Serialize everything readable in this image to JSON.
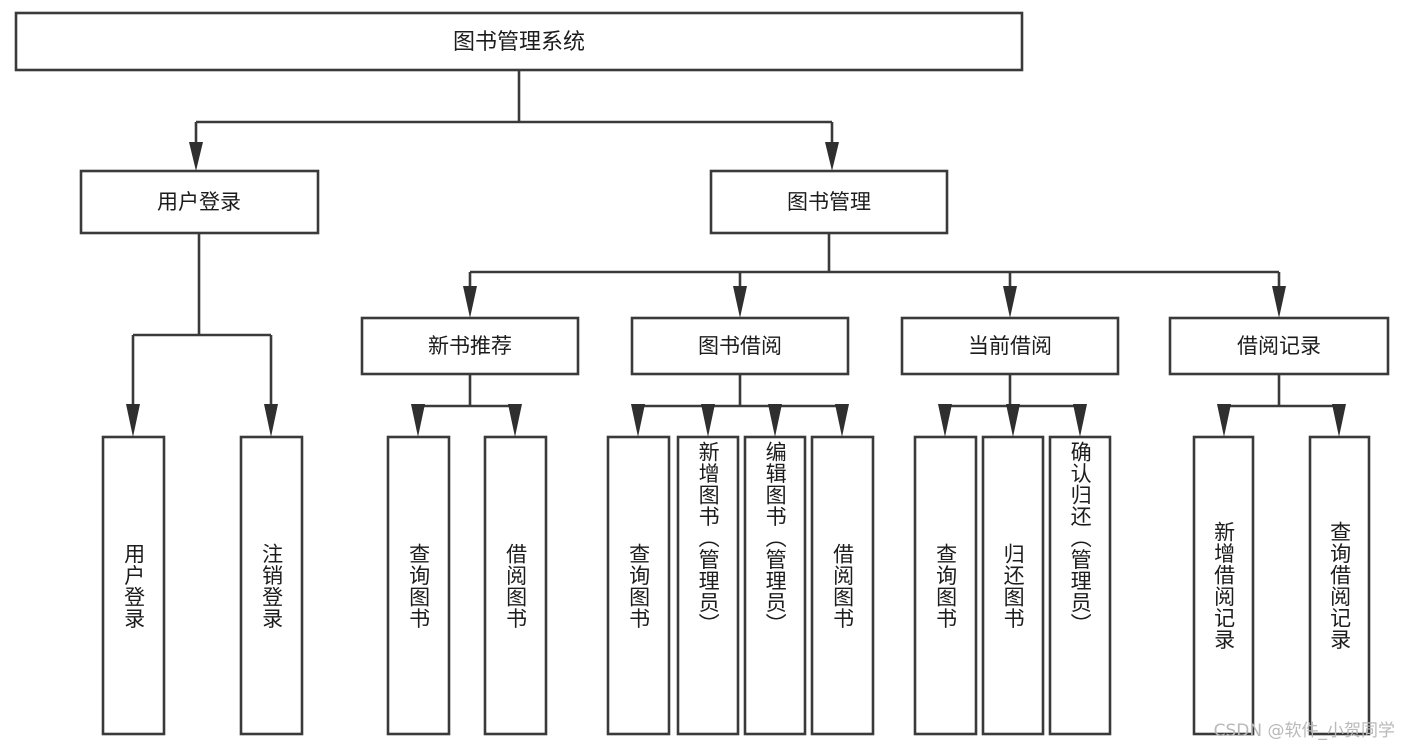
{
  "diagram": {
    "title": "图书管理系统",
    "type": "hierarchy-tree",
    "orientation": "top-down",
    "colors": {
      "background": "#ffffff",
      "box_fill": "#ffffff",
      "box_stroke": "#3a3a3a",
      "text": "#1c1c1c",
      "watermark": "#b9b9b9"
    },
    "root": {
      "id": "root",
      "label": "图书管理系统",
      "orientation": "horizontal"
    },
    "level1": [
      {
        "id": "user-login",
        "label": "用户登录",
        "orientation": "horizontal"
      },
      {
        "id": "book-manage",
        "label": "图书管理",
        "orientation": "horizontal"
      }
    ],
    "level2": [
      {
        "id": "new-book-recommend",
        "label": "新书推荐",
        "parent": "book-manage",
        "orientation": "horizontal"
      },
      {
        "id": "book-borrow",
        "label": "图书借阅",
        "parent": "book-manage",
        "orientation": "horizontal"
      },
      {
        "id": "current-borrow",
        "label": "当前借阅",
        "parent": "book-manage",
        "orientation": "horizontal"
      },
      {
        "id": "borrow-record",
        "label": "借阅记录",
        "parent": "book-manage",
        "orientation": "horizontal"
      }
    ],
    "leaves": [
      {
        "id": "leaf-user-login",
        "label": "用户登录",
        "parent": "user-login",
        "orientation": "vertical"
      },
      {
        "id": "leaf-logout-login",
        "label": "注销登录",
        "parent": "user-login",
        "orientation": "vertical"
      },
      {
        "id": "leaf-query-book-rec",
        "label": "查询图书",
        "parent": "new-book-recommend",
        "orientation": "vertical"
      },
      {
        "id": "leaf-borrow-book-rec",
        "label": "借阅图书",
        "parent": "new-book-recommend",
        "orientation": "vertical"
      },
      {
        "id": "leaf-query-book-bor",
        "label": "查询图书",
        "parent": "book-borrow",
        "orientation": "vertical"
      },
      {
        "id": "leaf-add-book-admin",
        "label": "新增图书（管理员）",
        "parent": "book-borrow",
        "orientation": "vertical"
      },
      {
        "id": "leaf-edit-book-admin",
        "label": "编辑图书（管理员）",
        "parent": "book-borrow",
        "orientation": "vertical"
      },
      {
        "id": "leaf-borrow-book-bor",
        "label": "借阅图书",
        "parent": "book-borrow",
        "orientation": "vertical"
      },
      {
        "id": "leaf-query-book-cur",
        "label": "查询图书",
        "parent": "current-borrow",
        "orientation": "vertical"
      },
      {
        "id": "leaf-return-book",
        "label": "归还图书",
        "parent": "current-borrow",
        "orientation": "vertical"
      },
      {
        "id": "leaf-confirm-return-admin",
        "label": "确认归还（管理员）",
        "parent": "current-borrow",
        "orientation": "vertical"
      },
      {
        "id": "leaf-add-borrow-record",
        "label": "新增借阅记录",
        "parent": "borrow-record",
        "orientation": "vertical"
      },
      {
        "id": "leaf-query-borrow-record",
        "label": "查询借阅记录",
        "parent": "borrow-record",
        "orientation": "vertical"
      }
    ],
    "watermark": "CSDN @软件_小贺同学"
  }
}
